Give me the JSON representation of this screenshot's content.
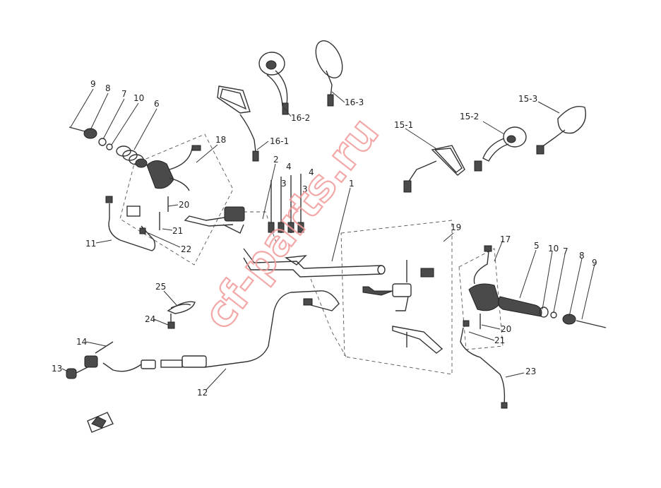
{
  "watermark": "cf-parts.ru",
  "callouts": {
    "c9l": "9",
    "c8l": "8",
    "c7l": "7",
    "c10l": "10",
    "c6l": "6",
    "c18": "18",
    "c16_1": "16-1",
    "c16_2": "16-2",
    "c16_3": "16-3",
    "c2": "2",
    "c4a": "4",
    "c3a": "3",
    "c4b": "4",
    "c3b": "3",
    "c1": "1",
    "c15_1": "15-1",
    "c15_2": "15-2",
    "c15_3": "15-3",
    "c19": "19",
    "c20l": "20",
    "c21l": "21",
    "c22": "22",
    "c11": "11",
    "c25": "25",
    "c24": "24",
    "c14": "14",
    "c13": "13",
    "c12": "12",
    "c17": "17",
    "c5": "5",
    "c10r": "10",
    "c7r": "7",
    "c8r": "8",
    "c9r": "9",
    "c20r": "20",
    "c21r": "21",
    "c23": "23"
  }
}
